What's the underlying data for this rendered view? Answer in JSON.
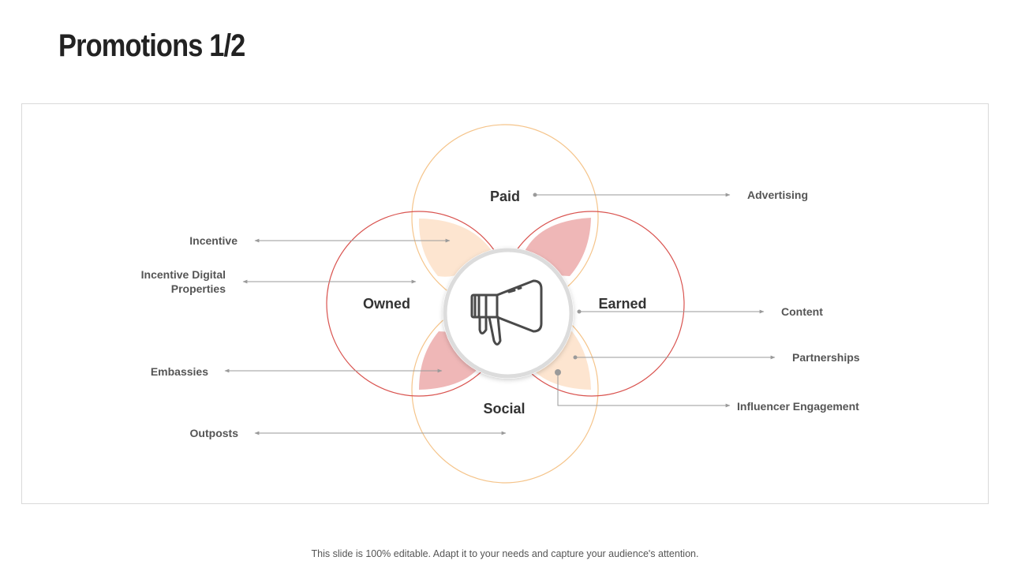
{
  "slide": {
    "title": "Promotions 1/2",
    "footer": "This slide is 100% editable. Adapt it to your needs and capture your audience's attention."
  },
  "diagram": {
    "center_icon": "megaphone-icon",
    "circles": {
      "paid": "Paid",
      "owned": "Owned",
      "earned": "Earned",
      "social": "Social"
    },
    "items": {
      "advertising": "Advertising",
      "incentive": "Incentive",
      "incentive_digital_line1": "Incentive Digital",
      "incentive_digital_line2": "Properties",
      "content": "Content",
      "partnerships": "Partnerships",
      "embassies": "Embassies",
      "influencer_engagement": "Influencer Engagement",
      "outposts": "Outposts"
    },
    "colors": {
      "red_ring": "#d9534f",
      "orange_ring": "#f5c48a",
      "peach_fill": "#fde5d0",
      "pink_fill": "#efb7b7",
      "text": "#333333",
      "arrow": "#9a9a9a"
    }
  }
}
